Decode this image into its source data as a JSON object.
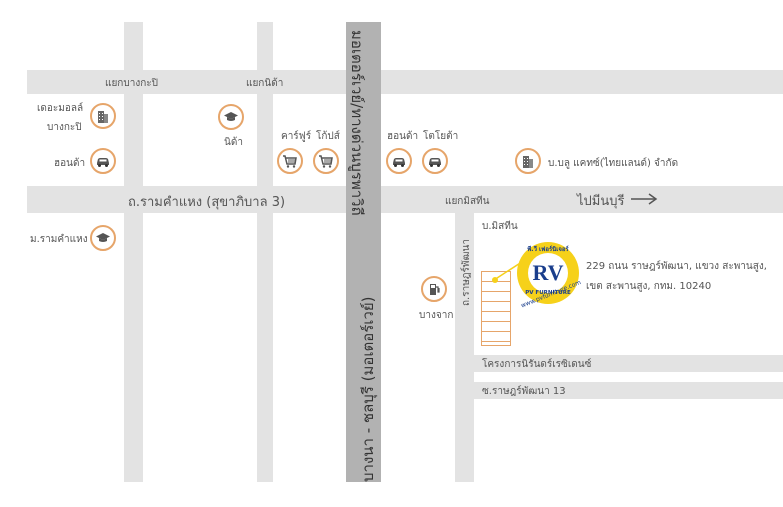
{
  "roads": {
    "top_road_label_left": "แยกบางกะปิ",
    "top_road_label_right": "แยกนิด้า",
    "main_road_label": "ถ.รามคำแหง (สุขาภิบาล 3)",
    "main_road_junction": "แยกมิสทีน",
    "direction_label": "ไปมีนบุรี",
    "highway_label_top": "มอเตอร์เวย์/ทางด่วนบูรพาวิถี",
    "highway_label_bottom": "บางนา - ชลบุรี (มอเตอร์เวย์)",
    "ratpat_road_label": "ถ.ราษฎร์พัฒนา",
    "mistine_label": "บ.มิสทีน",
    "project_label": "โครงการนิรันดร์เรซิเดนซ์",
    "soi_label": "ซ.ราษฎร์พัฒนา 13"
  },
  "landmarks": {
    "mall": "เดอะมอลล์\nบางกะปิ",
    "mall_line1": "เดอะมอลล์",
    "mall_line2": "บางกะปิ",
    "honda_left": "ฮอนด้า",
    "nida": "นิด้า",
    "carrefour": "คาร์ฟูร์",
    "tesco": "โก้ปส์",
    "honda_right": "ฮอนด้า",
    "toyota": "โตโยต้า",
    "company": "บ.บลู แคทซ์(ไทยแลนด์) จำกัด",
    "ramkhamhaeng_u": "ม.รามคำแหง",
    "gas": "บางจาก"
  },
  "store": {
    "logo_letters": "RV",
    "logo_top": "พี.วี เฟอร์นิเจอร์",
    "logo_bottom": "PV FURNITURE",
    "logo_url": "www.pvfurniture.com",
    "address_line1": "229 ถนน ราษฎร์พัฒนา, แขวง สะพานสูง,",
    "address_line2": "เขต สะพานสูง, กทม. 10240"
  },
  "colors": {
    "road": "#e3e3e3",
    "highway": "#b2b2b2",
    "icon_border": "#e6a56a",
    "logo_yellow": "#f6d11a",
    "logo_blue": "#1a3e8c",
    "building_outline": "#e6a56a"
  }
}
